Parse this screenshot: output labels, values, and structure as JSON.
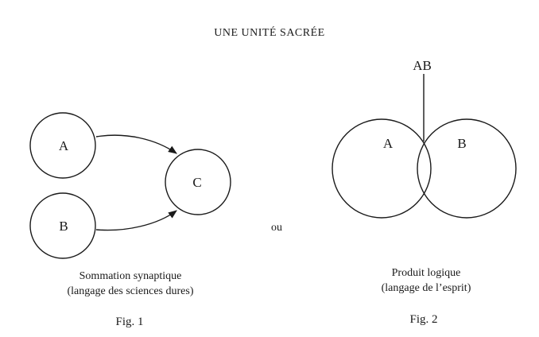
{
  "header": {
    "title": "UNE UNITÉ SACRÉE"
  },
  "fig1": {
    "nodes": {
      "a": "A",
      "b": "B",
      "c": "C"
    },
    "caption_line1": "Sommation synaptique",
    "caption_line2": "(langage des sciences dures)",
    "label": "Fig. 1"
  },
  "connector": "ou",
  "fig2": {
    "intersection_label": "AB",
    "left_label": "A",
    "right_label": "B",
    "caption_line1": "Produit logique",
    "caption_line2": "(langage de l’esprit)",
    "label": "Fig. 2"
  }
}
